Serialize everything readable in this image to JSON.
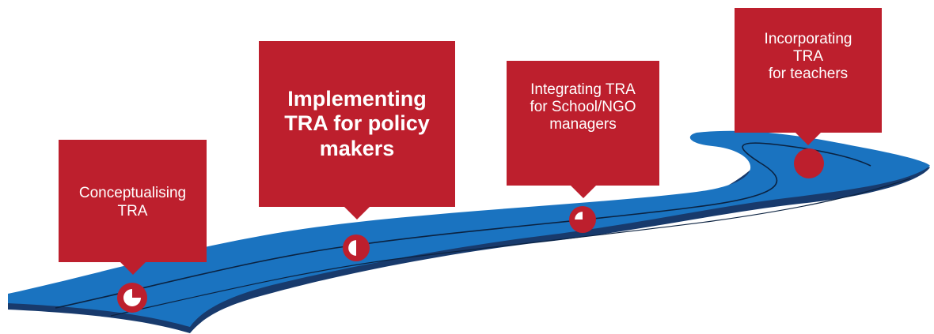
{
  "colors": {
    "road_top": "#1a73c0",
    "road_side": "#183a6c",
    "road_line": "#0b2240",
    "milestone": "#bd1f2d",
    "callout": "#bd1f2d"
  },
  "milestones": [
    {
      "label_lines": [
        "Conceptualising",
        "TRA"
      ],
      "progress": 0.75,
      "emphasis": false
    },
    {
      "label_lines": [
        "Implementing",
        "TRA for policy",
        "makers"
      ],
      "progress": 0.5,
      "emphasis": true
    },
    {
      "label_lines": [
        "Integrating TRA",
        "for School/NGO",
        "managers"
      ],
      "progress": 0.25,
      "emphasis": false
    },
    {
      "label_lines": [
        "Incorporating",
        "TRA",
        "for teachers"
      ],
      "progress": 0,
      "emphasis": false
    }
  ]
}
